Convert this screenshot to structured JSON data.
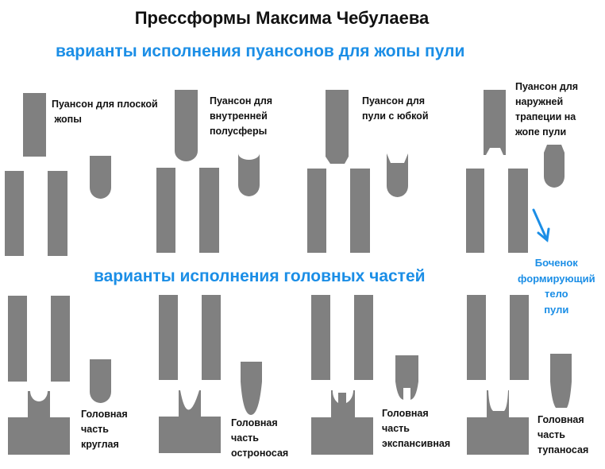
{
  "title": "Прессформы Максима Чебулаева",
  "section_top": "варианты исполнения пуансонов для жопы пули",
  "section_bottom": "варианты исполнения головных частей",
  "punch_labels": [
    "Пуансон для плоской\n жопы",
    "Пуансон для\nвнутренней\nполусферы",
    "Пуансон для\nпули с юбкой",
    "Пуансон для\nнаружней\nтрапеции на\nжопе пули"
  ],
  "barrel_label": "Боченок\nформирующий\nтело\nпули",
  "head_labels": [
    "Головная\nчасть\nкруглая",
    "Головная\nчасть\nостроносая",
    "Головная\nчасть\nэкспансивная",
    "Головная\nчасть\nтупаносая"
  ],
  "colors": {
    "part": "#808080",
    "accent": "#1b8ee6",
    "text": "#111111"
  }
}
